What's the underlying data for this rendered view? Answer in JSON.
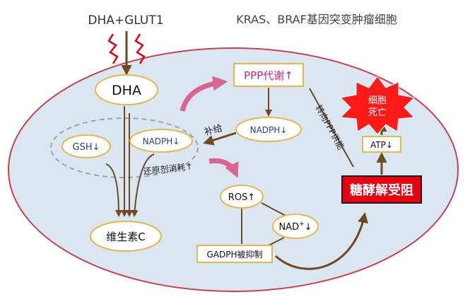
{
  "header": {
    "dha_glut1": "DHA+GLUT1",
    "cell_type": "KRAS、BRAF基因突变肿瘤细胞"
  },
  "nodes": {
    "dha": "DHA",
    "gsh": "GSH↓",
    "nadph_inner": "NADPH↓",
    "vitamin_c": "维生素C",
    "ppp": "PPP代谢↑",
    "nadph_ppp": "NADPH↓",
    "ros": "ROS↑",
    "nad_prefix": "NAD",
    "nad_sup": "+",
    "nad_suffix": "↓",
    "gadph": "GADPH被抑制",
    "glycolysis": "糖酵解受阻",
    "atp": "ATP↓",
    "cell_death_line1": "细胞",
    "cell_death_line2": "死亡"
  },
  "labels": {
    "supply": "补给",
    "reduction": "还原剂消耗↑",
    "shift_ppp": "转向PPP供能"
  },
  "colors": {
    "cell_fill": "#dbe6f3",
    "cell_border": "#c8414f",
    "node_border": "#e6b84c",
    "arrow_brown": "#6e4a1e",
    "arrow_pink": "#d9668f",
    "ppp_text": "#d4237a",
    "glycolysis_fill": "#e60012",
    "death_fill": "#ff1a1a",
    "node_text_blue": "#2f3b8f"
  }
}
